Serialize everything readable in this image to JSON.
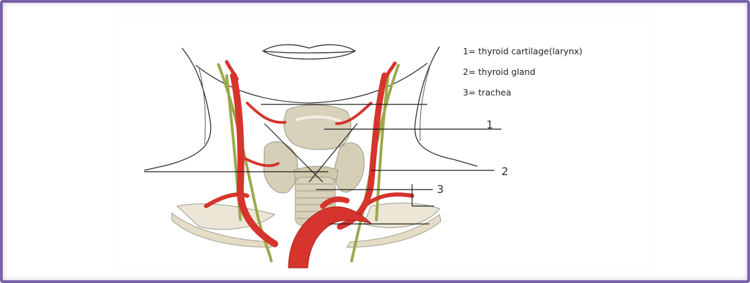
{
  "legend": {
    "item1": "1= thyroid cartilage(larynx)",
    "item2": "2= thyroid gland",
    "item3": "3= trachea"
  },
  "callouts": {
    "n1": "1",
    "n2": "2",
    "n3": "3"
  },
  "colors": {
    "frame": "#7a62a8",
    "artery": "#d6342c",
    "nerve": "#9aa84a",
    "tissue": "#d8d2bc",
    "outline": "#2a2a2a"
  }
}
